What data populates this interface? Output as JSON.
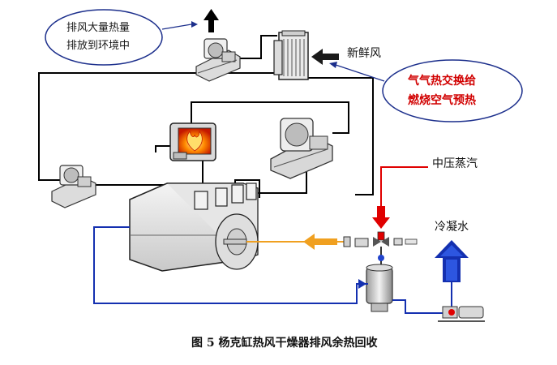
{
  "bubble_exhaust": {
    "line1": "排风大量热量",
    "line2": "排放到环境中"
  },
  "fresh_air": "新鲜风",
  "bubble_heat_exchange": {
    "line1": "气气热交换给",
    "line2": "燃烧空气预热"
  },
  "steam_label": "中压蒸汽",
  "condensate_label": "冷凝水",
  "caption": "图 5    杨克缸热风干燥器排风余热回收",
  "colors": {
    "duct": "#000000",
    "bubble_outline": "#1c2f8c",
    "steam": "#e00000",
    "condensate": "#1430b0",
    "hot_air": "#f0a020",
    "flame": "#ff5a00"
  }
}
